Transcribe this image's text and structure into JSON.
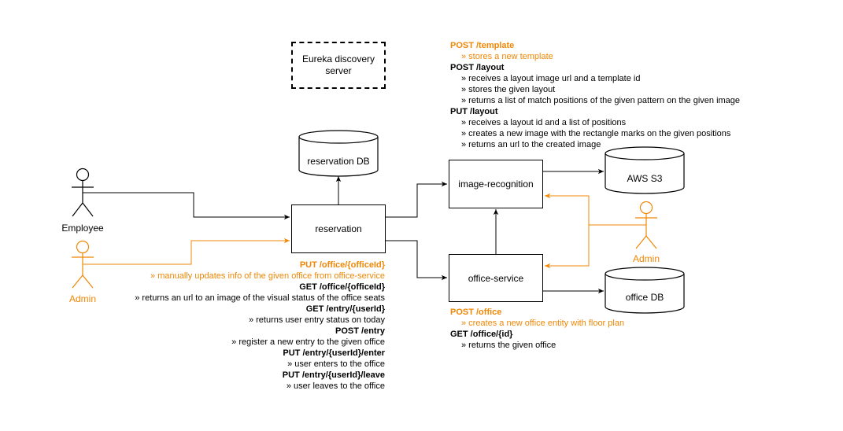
{
  "colors": {
    "accent": "#f08705",
    "line": "#000000"
  },
  "nodes": {
    "eureka": "Eureka discovery server",
    "reservation_db": "reservation DB",
    "reservation": "reservation",
    "image_recognition": "image-recognition",
    "office_service": "office-service",
    "aws_s3": "AWS S3",
    "office_db": "office DB"
  },
  "actors": {
    "employee": "Employee",
    "admin_left": "Admin",
    "admin_right": "Admin"
  },
  "image_recognition_api": [
    {
      "head": "POST /template",
      "highlight": true,
      "desc": [
        "» stores a new template"
      ]
    },
    {
      "head": "POST /layout",
      "highlight": false,
      "desc": [
        "» receives a layout image url and a template id",
        "» stores the given layout",
        "» returns a list of match positions of the given pattern on the given image"
      ]
    },
    {
      "head": "PUT /layout",
      "highlight": false,
      "desc": [
        "» receives a layout id and a list of positions",
        "» creates a new image with the rectangle marks on the given positions",
        "» returns an url to the created image"
      ]
    }
  ],
  "reservation_api": [
    {
      "head": "PUT /office/{officeId}",
      "highlight": true,
      "desc": [
        "» manually updates info of the given office from office-service"
      ]
    },
    {
      "head": "GET /office/{officeId}",
      "highlight": false,
      "desc": [
        "» returns an url to an image of the visual status of the office seats"
      ]
    },
    {
      "head": "GET /entry/{userId}",
      "highlight": false,
      "desc": [
        "» returns user entry status on today"
      ]
    },
    {
      "head": "POST /entry",
      "highlight": false,
      "desc": [
        "» register a new entry to the given office"
      ]
    },
    {
      "head": "PUT /entry/{userId}/enter",
      "highlight": false,
      "desc": [
        "» user enters to the office"
      ]
    },
    {
      "head": "PUT /entry/{userId}/leave",
      "highlight": false,
      "desc": [
        "» user leaves to the office"
      ]
    }
  ],
  "office_api": [
    {
      "head": "POST /office",
      "highlight": true,
      "desc": [
        "» creates a new office entity with floor plan"
      ]
    },
    {
      "head": "GET /office/{id}",
      "highlight": false,
      "desc": [
        "» returns the given office"
      ]
    }
  ]
}
